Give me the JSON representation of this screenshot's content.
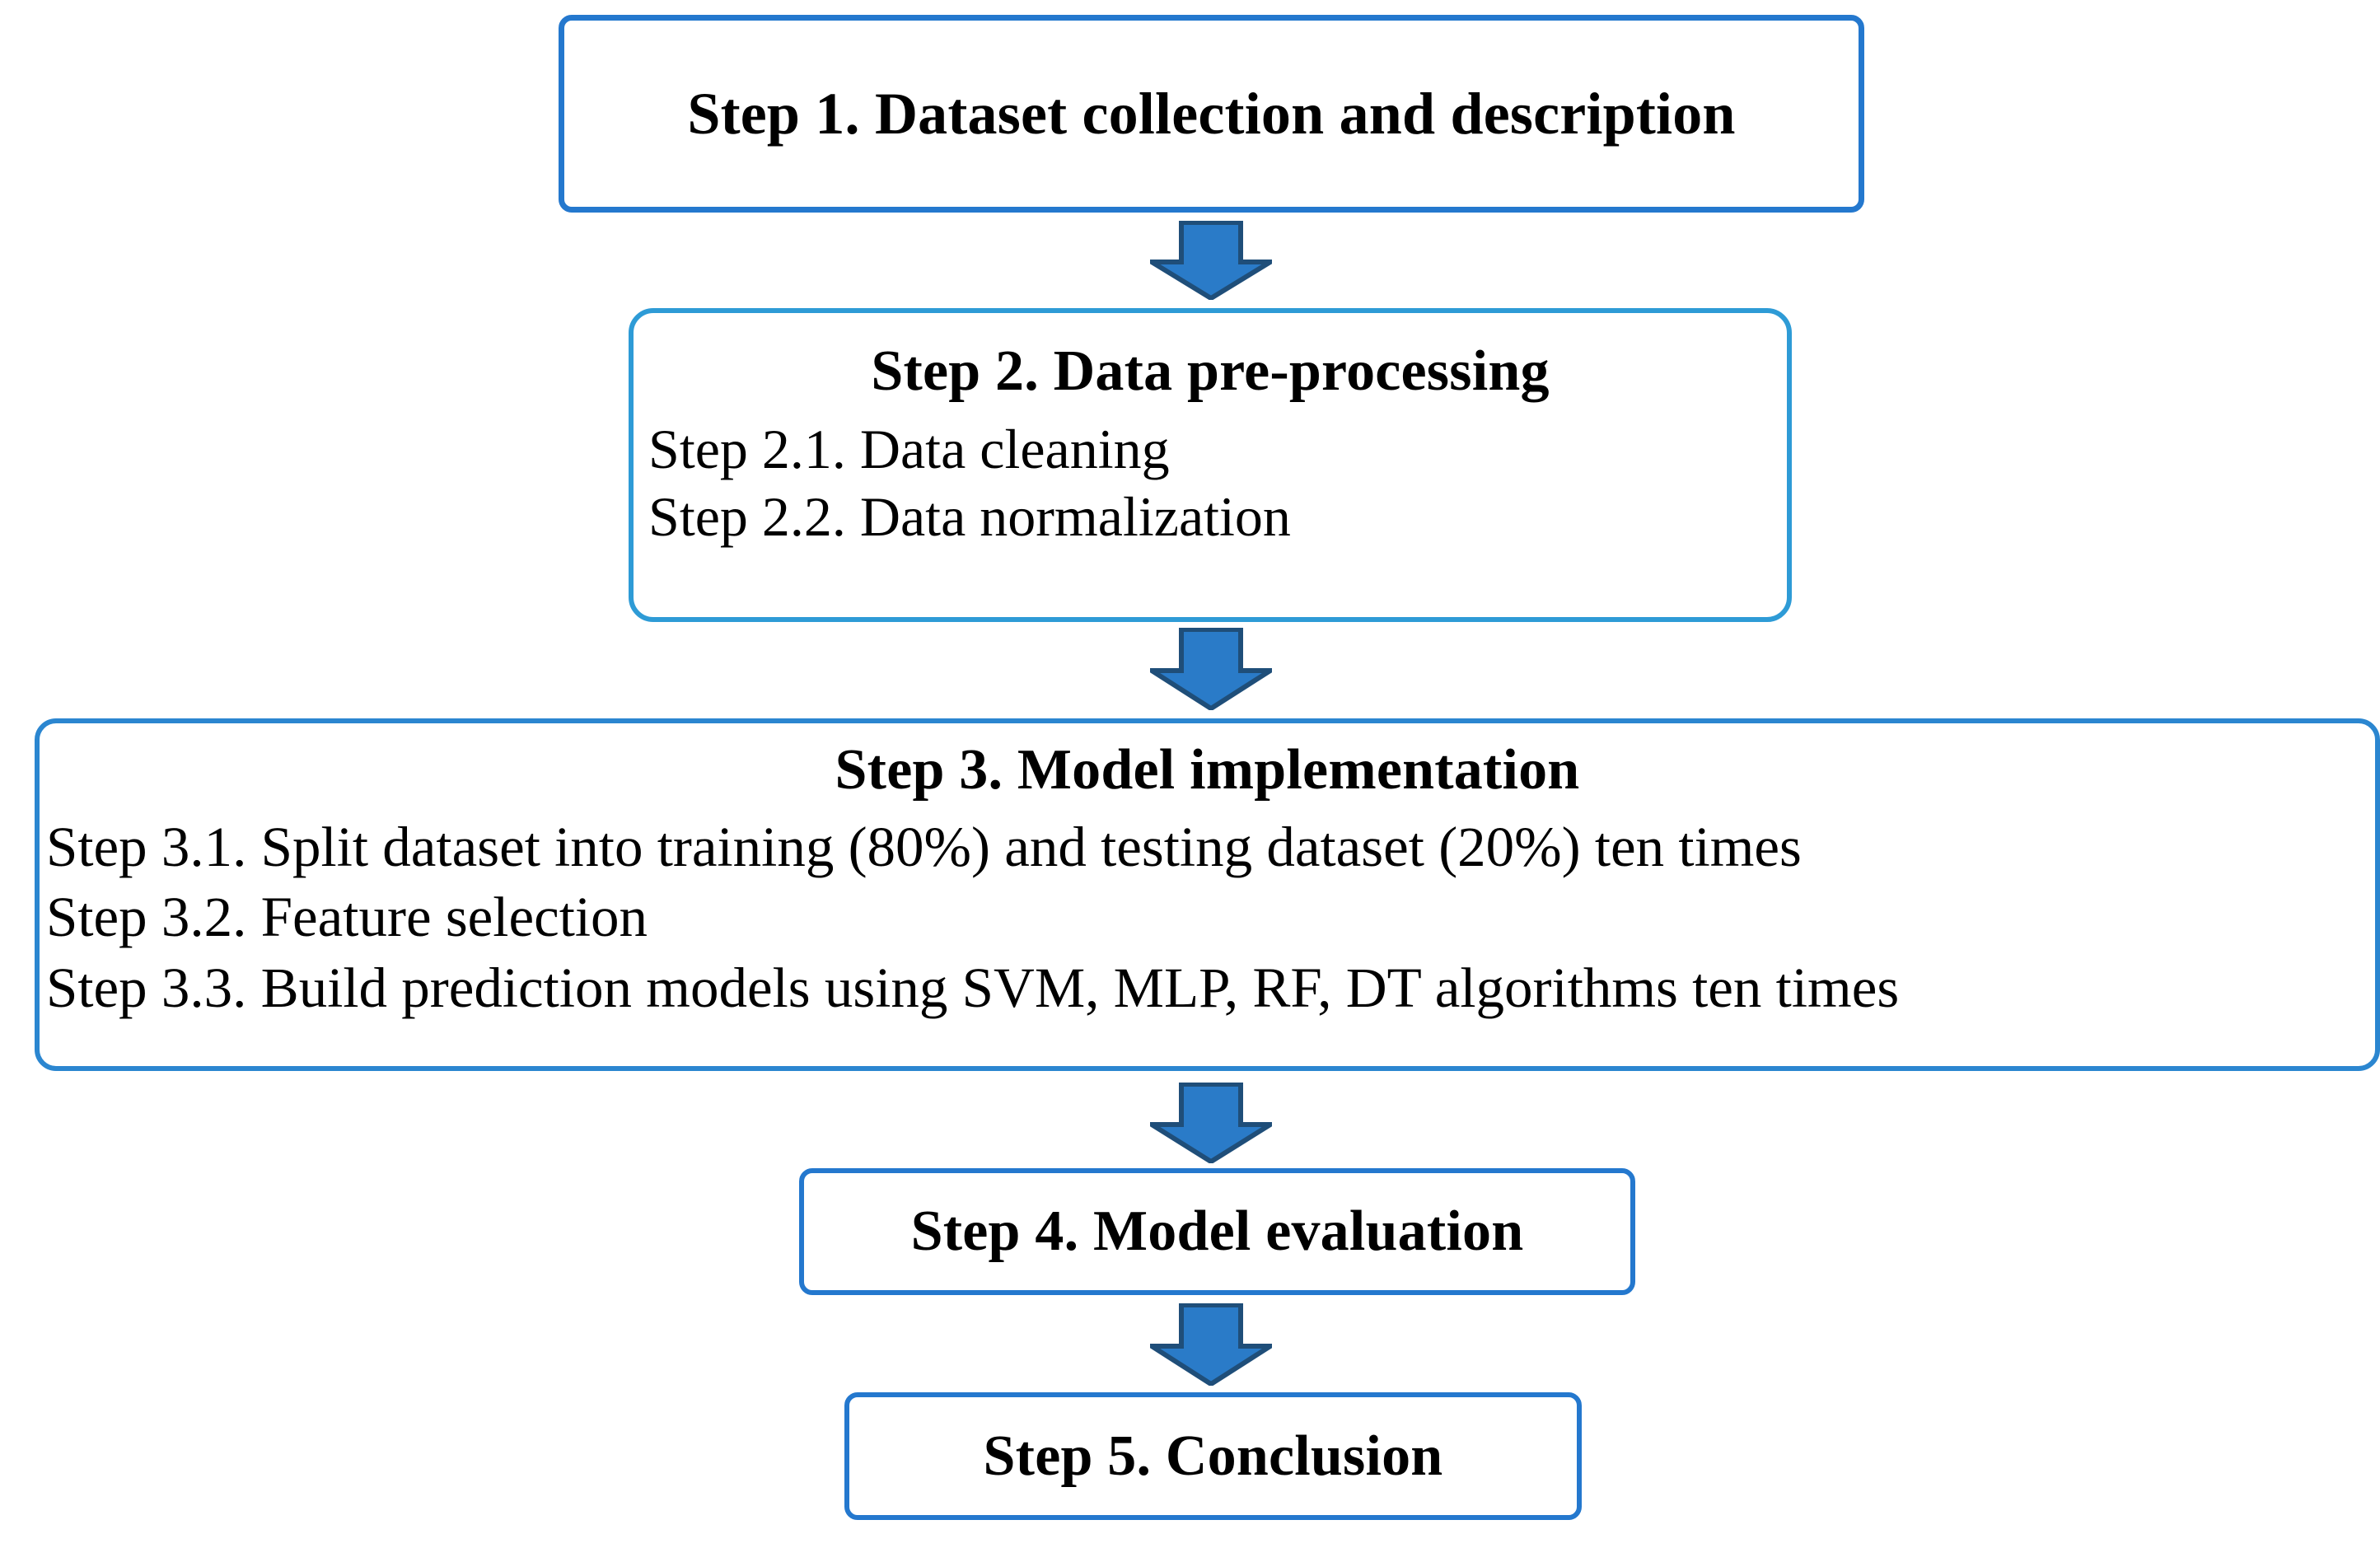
{
  "diagram": {
    "type": "flowchart",
    "orientation": "top-to-bottom",
    "colors": {
      "box_border_dark": "#2478CE",
      "box_border_light": "#2E9BD6",
      "arrow_fill": "#2A7BC8",
      "arrow_outline": "#1F4E79",
      "text": "#000000",
      "background": "#FFFFFF"
    },
    "nodes": [
      {
        "id": "step1",
        "title": "Step 1. Dataset collection and description",
        "substeps": []
      },
      {
        "id": "step2",
        "title": "Step 2. Data pre-processing",
        "substeps": [
          "Step 2.1. Data cleaning",
          "Step 2.2. Data normalization"
        ]
      },
      {
        "id": "step3",
        "title": "Step 3. Model implementation",
        "substeps": [
          "Step 3.1. Split dataset into training (80%) and testing dataset (20%) ten times",
          "Step 3.2. Feature selection",
          "Step 3.3. Build prediction models using SVM, MLP, RF, DT algorithms ten times"
        ]
      },
      {
        "id": "step4",
        "title": "Step 4. Model evaluation",
        "substeps": []
      },
      {
        "id": "step5",
        "title": "Step 5. Conclusion",
        "substeps": []
      }
    ],
    "connectors": [
      {
        "id": "arrow1",
        "from": "step1",
        "to": "step2",
        "icon": "down-arrow-icon"
      },
      {
        "id": "arrow2",
        "from": "step2",
        "to": "step3",
        "icon": "down-arrow-icon"
      },
      {
        "id": "arrow3",
        "from": "step3",
        "to": "step4",
        "icon": "down-arrow-icon"
      },
      {
        "id": "arrow4",
        "from": "step4",
        "to": "step5",
        "icon": "down-arrow-icon"
      }
    ]
  }
}
